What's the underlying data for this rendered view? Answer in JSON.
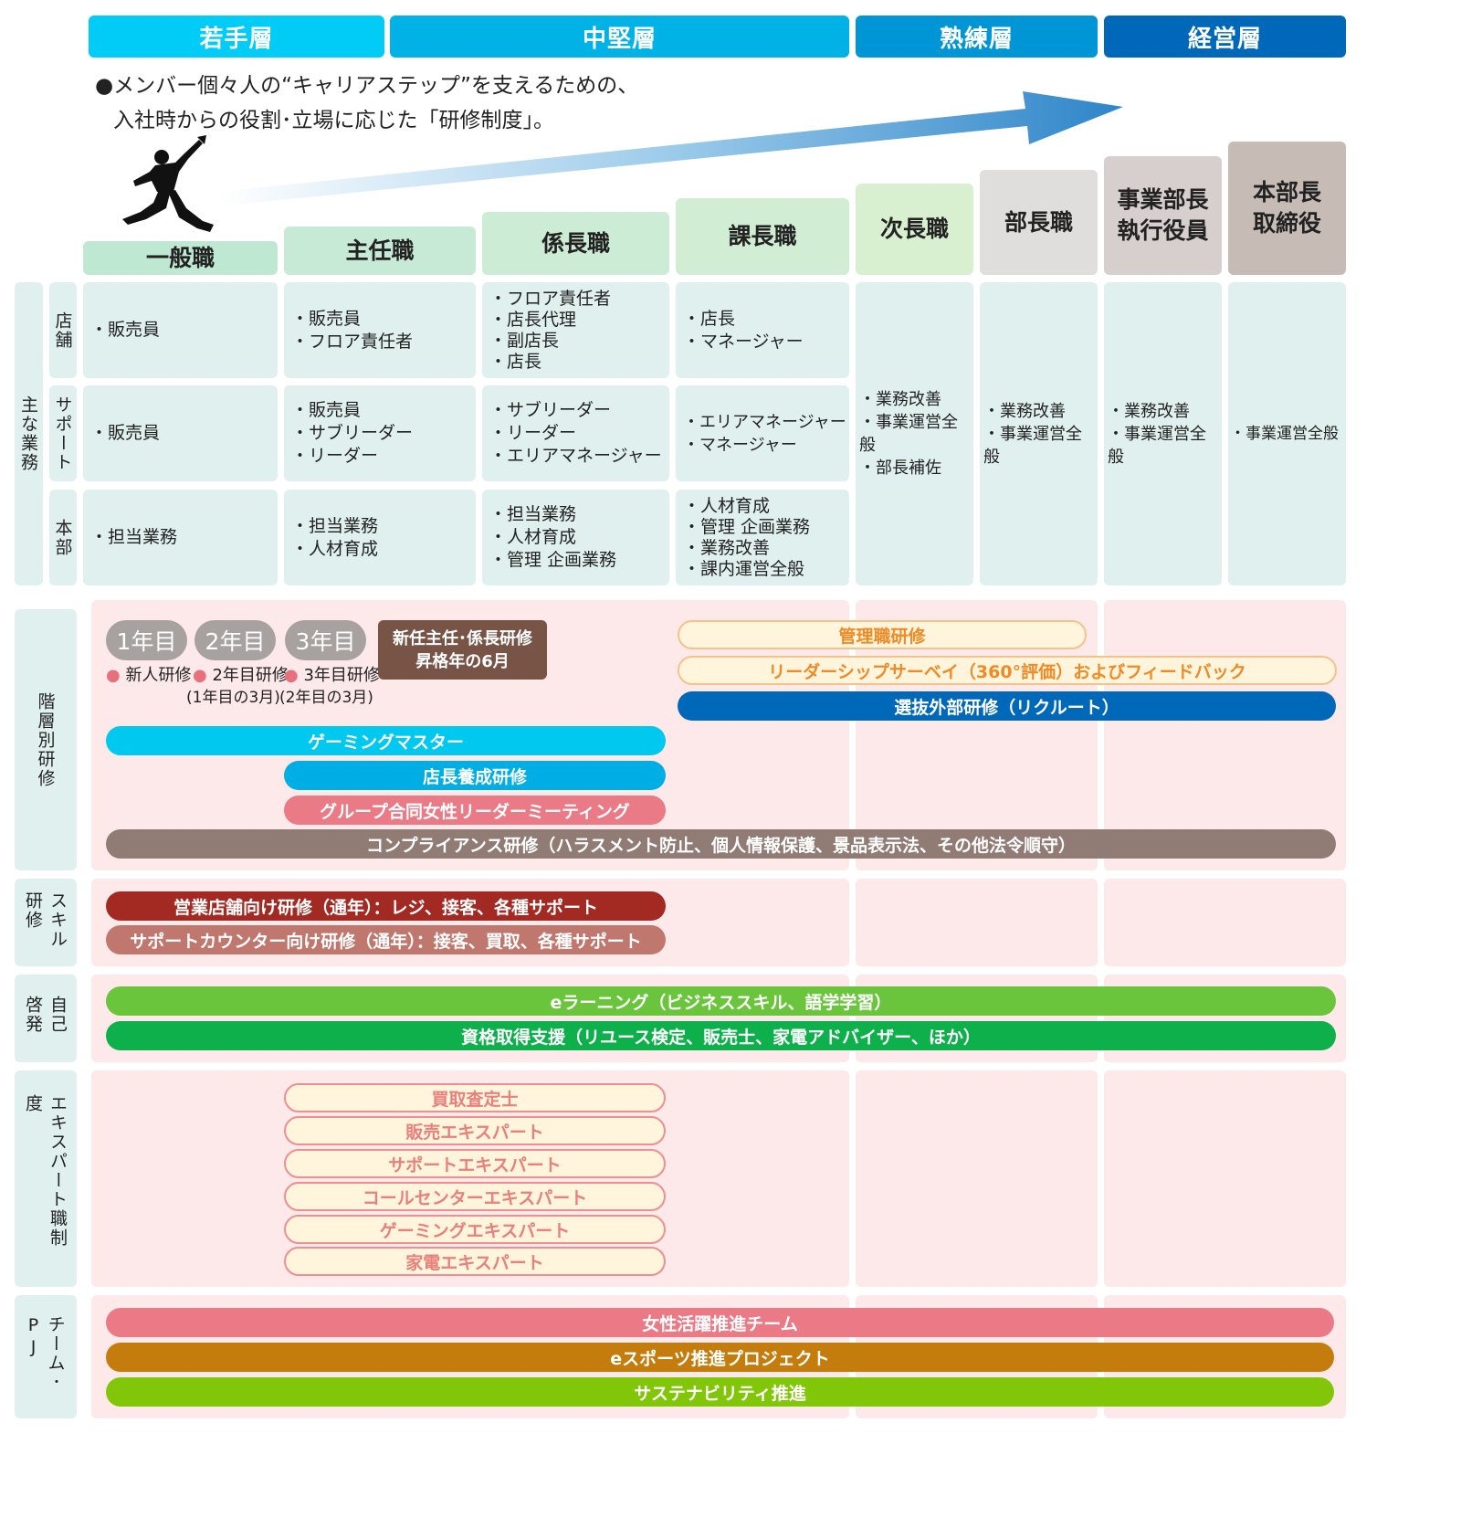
{
  "tiers": [
    {
      "label": "若手層",
      "color": "#00ccf5"
    },
    {
      "label": "中堅層",
      "color": "#00b2e6"
    },
    {
      "label": "熟練層",
      "color": "#0096d6"
    },
    {
      "label": "経営層",
      "color": "#0068b8"
    }
  ],
  "intro": {
    "line1": "●メンバー個々人の“キャリアステップ”を支えるための、",
    "line2": "入社時からの役割･立場に応じた「研修制度」。"
  },
  "positions": [
    {
      "line1": "一般職",
      "line2": ""
    },
    {
      "line1": "主任職",
      "line2": ""
    },
    {
      "line1": "係長職",
      "line2": ""
    },
    {
      "line1": "課長職",
      "line2": ""
    },
    {
      "line1": "次長職",
      "line2": ""
    },
    {
      "line1": "部長職",
      "line2": ""
    },
    {
      "line1": "事業部長",
      "line2": "執行役員"
    },
    {
      "line1": "本部長",
      "line2": "取締役"
    }
  ],
  "duties": {
    "section_label": "主な業務",
    "row_labels": [
      "店舗",
      "サポート",
      "本部"
    ],
    "store": [
      [
        "販売員"
      ],
      [
        "販売員",
        "フロア責任者"
      ],
      [
        "フロア責任者",
        "店長代理",
        "副店長",
        "店長"
      ],
      [
        "店長",
        "マネージャー"
      ]
    ],
    "support": [
      [
        "販売員"
      ],
      [
        "販売員",
        "サブリーダー",
        "リーダー"
      ],
      [
        "サブリーダー",
        "リーダー",
        "エリアマネージャー"
      ],
      [
        "エリアマネージャー",
        "マネージャー"
      ]
    ],
    "hq": [
      [
        "担当業務"
      ],
      [
        "担当業務",
        "人材育成"
      ],
      [
        "担当業務",
        "人材育成",
        "管理 企画業務"
      ],
      [
        "人材育成",
        "管理 企画業務",
        "業務改善",
        "課内運営全般"
      ]
    ],
    "senior": [
      [
        "業務改善",
        "事業運営全般",
        "部長補佐"
      ],
      [
        "業務改善",
        "事業運営全般"
      ],
      [
        "業務改善",
        "事業運営全般"
      ],
      [
        "事業運営全般"
      ]
    ]
  },
  "sections": {
    "rank": "階層別研修",
    "skill": "スキル研修",
    "self": "自己啓発",
    "expert": "エキスパート職制度",
    "team": "チーム･PJ"
  },
  "years": [
    {
      "label": "1年目",
      "note": "新人研修",
      "sub": ""
    },
    {
      "label": "2年目",
      "note": "2年目研修",
      "sub": "(1年目の3月)"
    },
    {
      "label": "3年目",
      "note": "3年目研修",
      "sub": "(2年目の3月)"
    }
  ],
  "promo_box": {
    "line1": "新任主任･係長研修",
    "line2": "昇格年の6月"
  },
  "rank_bars": {
    "mgmt": "管理職研修",
    "leadership": "リーダーシップサーベイ（360°評価）およびフィードバック",
    "external": "選抜外部研修（リクルート）",
    "gaming": "ゲーミングマスター",
    "manager_training": "店長養成研修",
    "women": "グループ合同女性リーダーミーティング",
    "compliance": "コンプライアンス研修（ハラスメント防止、個人情報保護、景品表示法、その他法令順守）"
  },
  "skill_bars": [
    "営業店舗向け研修（通年）：レジ、接客、各種サポート",
    "サポートカウンター向け研修（通年）：接客、買取、各種サポート"
  ],
  "self_bars": [
    "eラーニング（ビジネススキル、語学学習）",
    "資格取得支援（リユース検定、販売士、家電アドバイザー、ほか）"
  ],
  "expert_bars": [
    "買取査定士",
    "販売エキスパート",
    "サポートエキスパート",
    "コールセンターエキスパート",
    "ゲーミングエキスパート",
    "家電エキスパート"
  ],
  "team_bars": [
    "女性活躍推進チーム",
    "eスポーツ推進プロジェクト",
    "サステナビリティ推進"
  ],
  "colors": {
    "gaming": "#00c8ef",
    "manager_training": "#00aee6",
    "women": "#e97a86",
    "compliance": "#917c75",
    "external": "#0068b8",
    "skill1": "#a22a22",
    "skill2": "#c0786e",
    "self1": "#6ac53d",
    "self2": "#0db04b",
    "team1": "#e97a86",
    "team2": "#c47c0c",
    "team3": "#82c60a",
    "promo": "#785447"
  }
}
